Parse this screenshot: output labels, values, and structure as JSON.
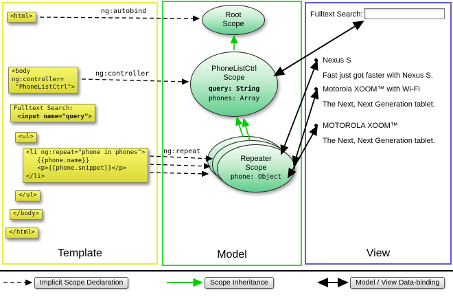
{
  "columns": {
    "template": "Template",
    "model": "Model",
    "view": "View"
  },
  "code": {
    "html_open": "<html>",
    "body_open": "<body\nng:controller=\n \"PhoneListCtrl\">",
    "fulltext_line1": "Fulltext Search:",
    "fulltext_line2": " <input name=\"query\">",
    "ul_open": "<ul>",
    "li_repeat": "<li ng:repeat=\"phone in phones\">\n   {{phone.name}}\n   <p>{{phone.snippet}}</p>\n</li>",
    "ul_close": "</ul>",
    "body_close": "</body>",
    "html_close": "</html>"
  },
  "arrow_labels": {
    "autobind": "ng:autobind",
    "controller": "ng:controller",
    "repeat": "ng:repeat"
  },
  "scopes": {
    "root": {
      "title": "Root\nScope"
    },
    "phonelist": {
      "title": "PhoneListCtrl\nScope",
      "prop_query": "query: String",
      "prop_phones": "phones: Array"
    },
    "repeater": {
      "title": "Repeater\nScope",
      "prop_phone": "phone: Object"
    }
  },
  "view": {
    "search_label": "Fulltext Search:",
    "search_value": "",
    "items": [
      {
        "title": "Nexus S",
        "desc": "Fast just got faster with Nexus S."
      },
      {
        "title": "Motorola XOOM™ with Wi-Fi",
        "desc": "The Next, Next Generation tablet."
      },
      {
        "title": "MOTOROLA XOOM™",
        "desc": "The Next, Next Generation tablet."
      }
    ]
  },
  "legend": {
    "implicit": "Implicit Scope Declaration",
    "inheritance": "Scope Inheritance",
    "databinding": "Model / View Data-binding"
  },
  "colors": {
    "template_border": "#ecec3c",
    "model_border": "#3ad43a",
    "view_border": "#5c5cd6",
    "inheritance_arrow": "#00cc00"
  }
}
